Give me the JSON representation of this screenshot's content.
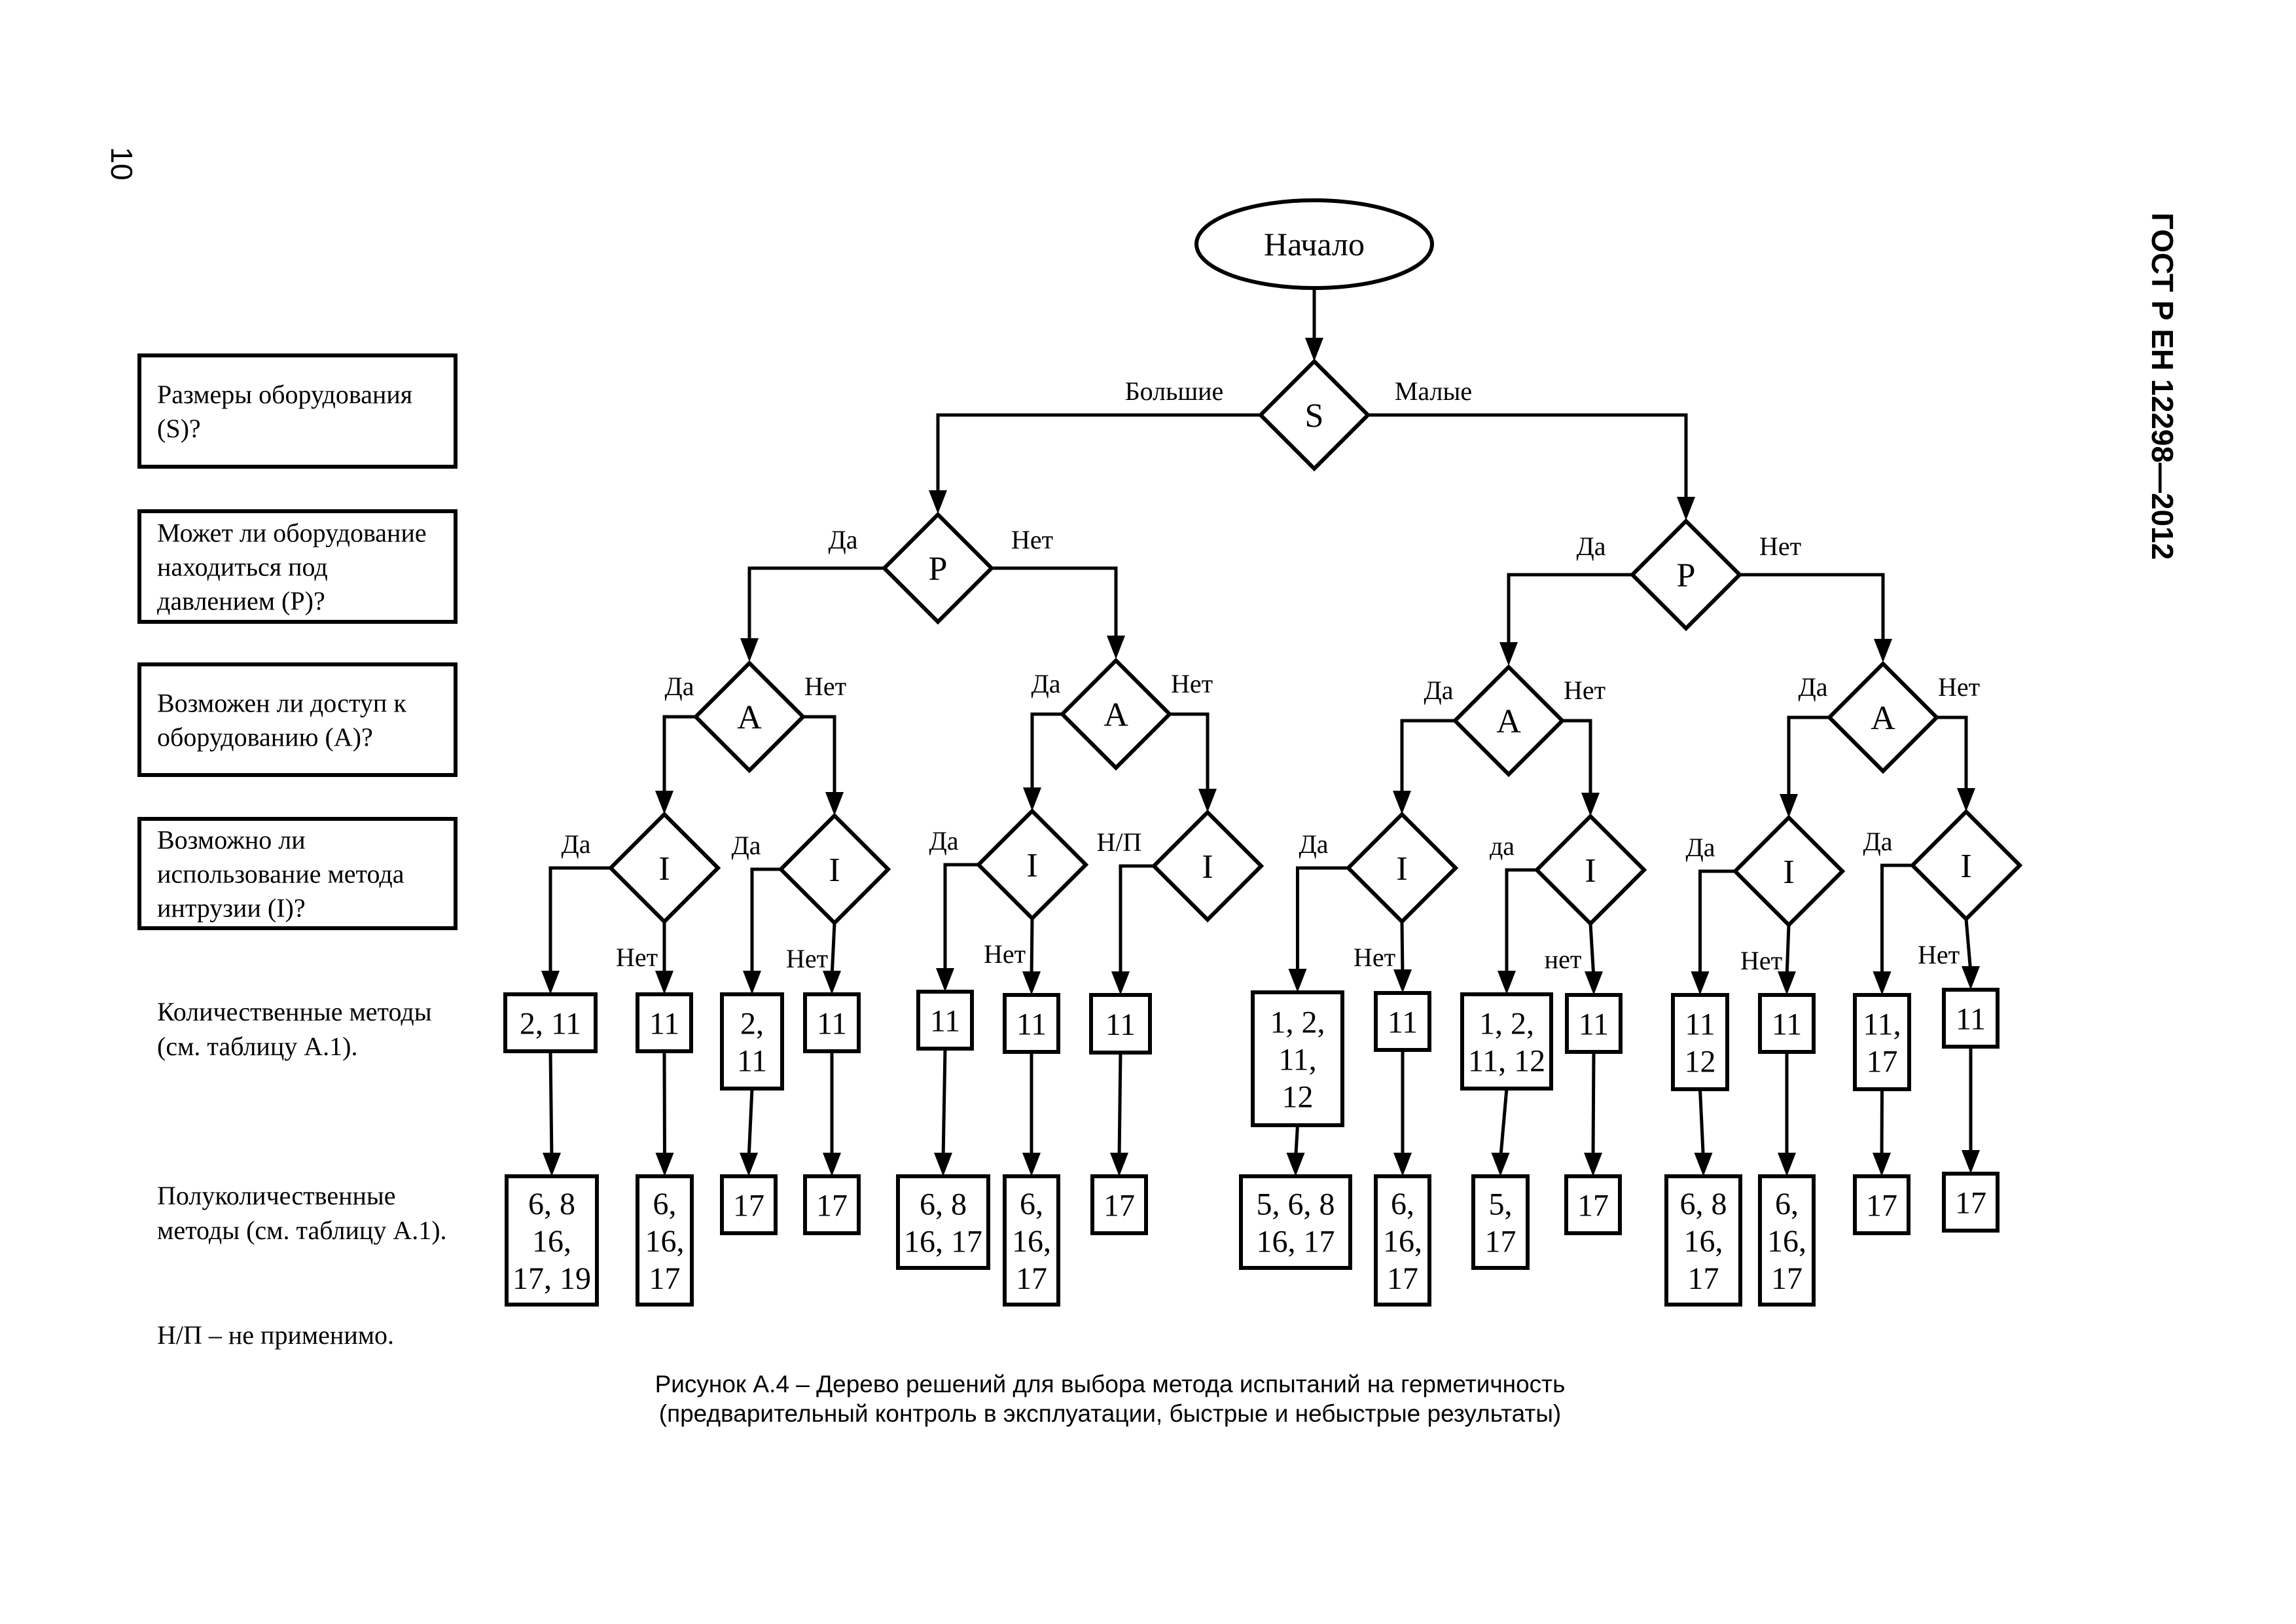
{
  "page": {
    "number": "10",
    "standard": "ГОСТ Р ЕН 12298—2012"
  },
  "legend": {
    "questions": [
      [
        "Размеры оборудования",
        "(S)?"
      ],
      [
        "Может ли оборудование",
        "находиться под",
        "давлением (P)?"
      ],
      [
        "Возможен ли доступ к",
        "оборудованию (A)?"
      ],
      [
        "Возможно ли",
        "использование метода",
        "интрузии (I)?"
      ]
    ],
    "rows": {
      "quantitative": [
        "Количественные методы",
        "(см. таблицу А.1)."
      ],
      "semi_quantitative": [
        "Полуколичественные",
        "методы (см. таблицу А.1)."
      ]
    },
    "note": "Н/П – не применимо."
  },
  "flow": {
    "start": "Начало",
    "root": {
      "symbol": "S",
      "left_label": "Большие",
      "right_label": "Малые"
    },
    "p_nodes": [
      {
        "symbol": "P",
        "yes": "Да",
        "no": "Нет"
      },
      {
        "symbol": "P",
        "yes": "Да",
        "no": "Нет"
      }
    ],
    "a_nodes": [
      {
        "symbol": "A",
        "yes": "Да",
        "no": "Нет"
      },
      {
        "symbol": "A",
        "yes": "Да",
        "no": "Нет"
      },
      {
        "symbol": "A",
        "yes": "Да",
        "no": "Нет"
      },
      {
        "symbol": "A",
        "yes": "Да",
        "no": "Нет"
      }
    ],
    "i_nodes": [
      {
        "symbol": "I",
        "left": "Да",
        "down": "Нет"
      },
      {
        "symbol": "I",
        "left": "Да",
        "down": "Нет"
      },
      {
        "symbol": "I",
        "left": "Да",
        "down": "Нет"
      },
      {
        "symbol": "I",
        "left": "Н/П",
        "down": ""
      },
      {
        "symbol": "I",
        "left": "Да",
        "down": "Нет"
      },
      {
        "symbol": "I",
        "left": "да",
        "down": "нет"
      },
      {
        "symbol": "I",
        "left": "Да",
        "down": "Нет"
      },
      {
        "symbol": "I",
        "left": "Да",
        "down": "Нет"
      }
    ],
    "quantitative": [
      [
        "2, 11"
      ],
      [
        "11"
      ],
      [
        "2,",
        "11"
      ],
      [
        "11"
      ],
      [
        "11"
      ],
      [
        "11"
      ],
      [
        "11"
      ],
      [
        "1, 2,",
        "11,",
        "12"
      ],
      [
        "11"
      ],
      [
        "1, 2,",
        "11, 12"
      ],
      [
        "11"
      ],
      [
        "11",
        "12"
      ],
      [
        "11"
      ],
      [
        "11,",
        "17"
      ],
      [
        "11"
      ]
    ],
    "semi_quantitative": [
      [
        "6, 8",
        "16,",
        "17, 19"
      ],
      [
        "6,",
        "16,",
        "17"
      ],
      [
        "17"
      ],
      [
        "17"
      ],
      [
        "6, 8",
        "16, 17"
      ],
      [
        "6,",
        "16,",
        "17"
      ],
      [
        "17"
      ],
      [
        "5, 6, 8",
        "16, 17"
      ],
      [
        "6,",
        "16,",
        "17"
      ],
      [
        "5,",
        "17"
      ],
      [
        "17"
      ],
      [
        "6, 8",
        "16,",
        "17"
      ],
      [
        "6,",
        "16,",
        "17"
      ],
      [
        "17"
      ],
      [
        "17"
      ]
    ]
  },
  "caption": [
    "Рисунок А.4 – Дерево решений для выбора метода испытаний на герметичность",
    "(предварительный контроль в эксплуатации, быстрые и небыстрые результаты)"
  ]
}
